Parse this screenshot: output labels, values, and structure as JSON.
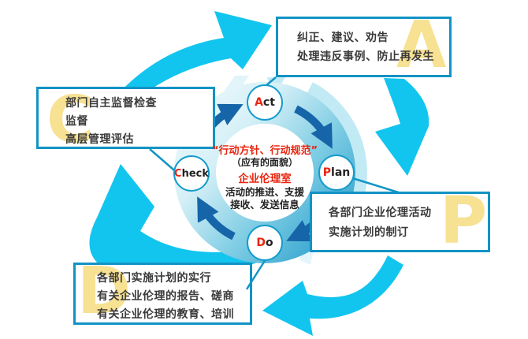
{
  "diagram_title": "PDCA corporate-ethics cycle",
  "boxes": {
    "act": {
      "letter": "A",
      "lines": [
        "纠正、建议、劝告",
        "处理违反事例、防止再发生"
      ]
    },
    "check": {
      "letter": "C",
      "lines": [
        "部门自主监督检查",
        "监督",
        "高层管理评估"
      ]
    },
    "plan": {
      "letter": "P",
      "lines": [
        "各部门企业伦理活动",
        "实施计划的制订"
      ]
    },
    "do": {
      "letter": "D",
      "lines": [
        "各部门实施计划的实行",
        "有关企业伦理的报告、磋商",
        "有关企业伦理的教育、培训"
      ]
    }
  },
  "nodes": {
    "act": {
      "initial": "A",
      "rest": "ct"
    },
    "plan": {
      "initial": "P",
      "rest": "lan"
    },
    "do": {
      "initial": "D",
      "rest": "o"
    },
    "check": {
      "initial": "C",
      "rest": "heck"
    }
  },
  "center": {
    "line1": "“行动方针、行动规范”",
    "line2": "（应有的面貌）",
    "line3": "企业伦理室",
    "line4": "活动的推进、支援",
    "line5": "接收、发送信息"
  },
  "colors": {
    "outer_arrow_cyan": "#12c5ef",
    "border_teal": "#1293c5",
    "inner_arrow_blue": "#1565a8",
    "accent_red": "#e8250f",
    "letter_yellow": "#f7e192",
    "ring_dark": "#1f9aca",
    "ring_light": "#eff9fc"
  }
}
